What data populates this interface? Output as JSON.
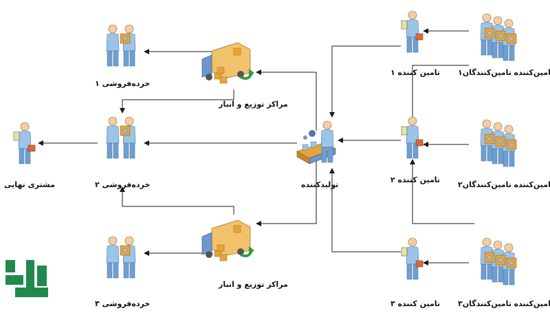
{
  "labels": {
    "retailer_1": "خرده‌فروشی ۱",
    "retailer_2": "خرده‌فروشی ۲",
    "retailer_3": "خرده‌فروشی ۳",
    "distribution_center_top": "مراکز توزیع و انبار",
    "distribution_center_bottom": "مراکز توزیع و انبار",
    "end_customer": "مشتری نهایی",
    "manufacturer": "تولیدکننده",
    "supplier_1": "تامین کننده ۱",
    "supplier_2": "تامین کننده ۲",
    "supplier_3": "تامین کننده ۳",
    "suppliers_of_supplier_1": "تامین‌کننده تامین‌کنندگان۱",
    "suppliers_of_supplier_2": "تامین‌کننده تامین‌کنندگان۲",
    "suppliers_of_supplier_3": "تامین‌کننده تامین‌کنندگان۳"
  },
  "colors": {
    "line": "#1a1a1a",
    "person_shirt": "#9cc3e8",
    "person_pants": "#6f9fd0",
    "skin": "#f3cda3",
    "box": "#e6a43a",
    "truck_body": "#f2c26a",
    "truck_cab": "#6e97cc",
    "logo": "#1f8a4c",
    "arrow_green": "#2f9e3a"
  },
  "icons": {
    "retailer": "retailer-with-box-icon",
    "distribution_center": "delivery-truck-icon",
    "end_customer": "customer-with-bag-icon",
    "manufacturer": "factory-worker-conveyor-icon",
    "supplier": "supplier-with-bag-icon",
    "supplier_group": "supplier-group-with-boxes-icon",
    "logo": "brand-logo-icon"
  }
}
